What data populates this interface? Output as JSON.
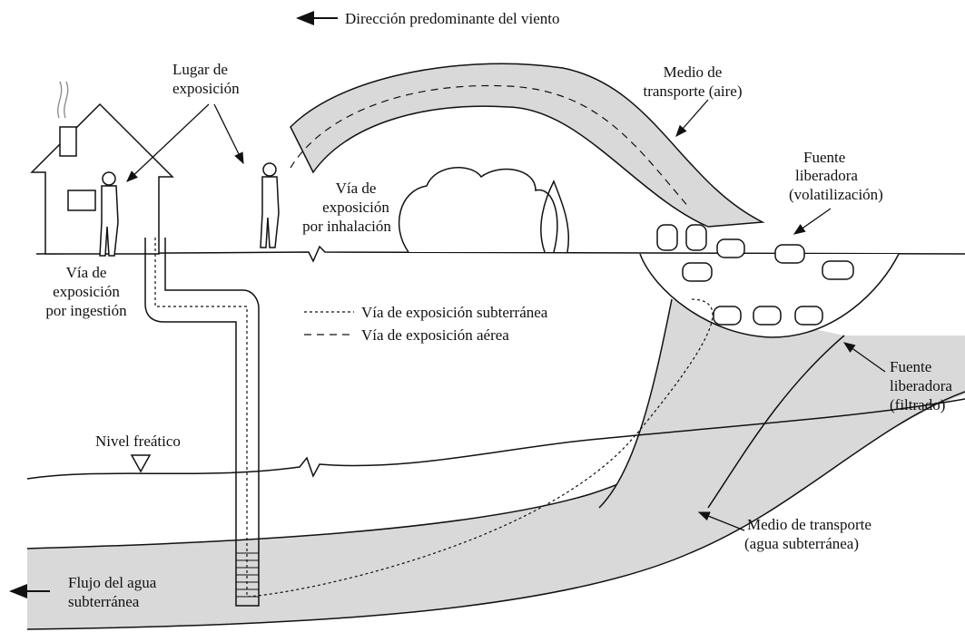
{
  "labels": {
    "wind": "Dirección predominante del viento",
    "exposure_site_1": "Lugar de",
    "exposure_site_2": "exposición",
    "transport_air_1": "Medio de",
    "transport_air_2": "transporte (aire)",
    "release_vol_1": "Fuente",
    "release_vol_2": "liberadora",
    "release_vol_3": "(volatilización)",
    "inhalation_1": "Vía de",
    "inhalation_2": "exposición",
    "inhalation_3": "por inhalación",
    "ingestion_1": "Vía de",
    "ingestion_2": "exposición",
    "ingestion_3": "por ingestión",
    "legend_subsurface": "Vía de exposición subterránea",
    "legend_air": "Vía de exposición aérea",
    "release_filt_1": "Fuente",
    "release_filt_2": "liberadora",
    "release_filt_3": "(filtrado)",
    "water_table": "Nivel freático",
    "transport_gw_1": "Medio de transporte",
    "transport_gw_2": "(agua subterránea)",
    "gw_flow_1": "Flujo del agua",
    "gw_flow_2": "subterránea"
  },
  "colors": {
    "plume_fill": "#d9d9d9",
    "stroke": "#111111",
    "background": "#ffffff"
  }
}
